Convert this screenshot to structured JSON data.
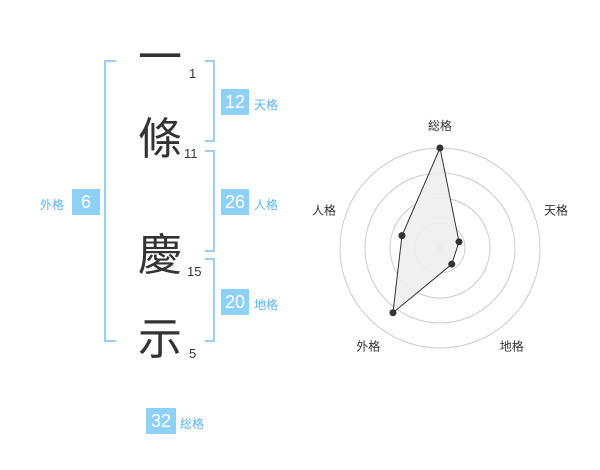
{
  "name": {
    "chars": [
      {
        "char": "一",
        "strokes": "1"
      },
      {
        "char": "條",
        "strokes": "11"
      },
      {
        "char": "慶",
        "strokes": "15"
      },
      {
        "char": "示",
        "strokes": "5"
      }
    ]
  },
  "kakusu": {
    "tenkaku": {
      "value": "12",
      "label": "天格"
    },
    "jinkaku": {
      "value": "26",
      "label": "人格"
    },
    "chikaku": {
      "value": "20",
      "label": "地格"
    },
    "gaikaku": {
      "value": "6",
      "label": "外格"
    },
    "soukaku": {
      "value": "32",
      "label": "総格"
    }
  },
  "chart_data": {
    "type": "radar",
    "axes": [
      "総格",
      "天格",
      "地格",
      "外格",
      "人格"
    ],
    "values": [
      5,
      1,
      1,
      4,
      2
    ],
    "rmax": 5,
    "rings": 4,
    "colors": {
      "fill": "#eeeeee",
      "stroke": "#333333",
      "grid": "#cccccc",
      "center": "#cccccc"
    }
  }
}
